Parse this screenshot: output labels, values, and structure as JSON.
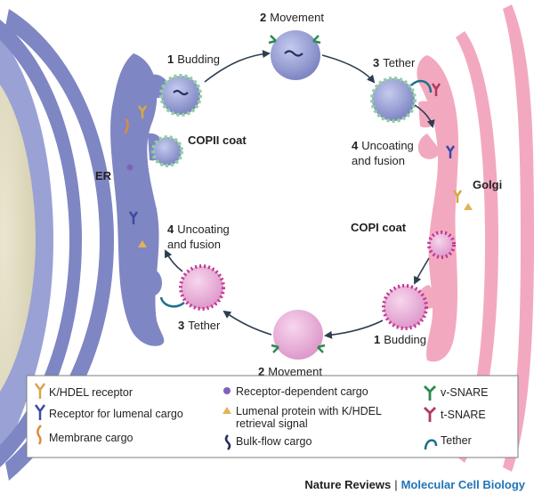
{
  "labels": {
    "er": "ER",
    "golgi": "Golgi",
    "copii_coat": "COPII coat",
    "copi_coat": "COPI coat",
    "budding_top_num": "1",
    "budding_top": "Budding",
    "movement_top_num": "2",
    "movement_top": "Movement",
    "tether_top_num": "3",
    "tether_top": "Tether",
    "uncoat_right_num": "4",
    "uncoat_right_1": "Uncoating",
    "uncoat_right_2": "and fusion",
    "uncoat_left_num": "4",
    "uncoat_left_1": "Uncoating",
    "uncoat_left_2": "and fusion",
    "tether_bottom_num": "3",
    "tether_bottom": "Tether",
    "movement_bottom_num": "2",
    "movement_bottom": "Movement",
    "budding_bottom_num": "1",
    "budding_bottom": "Budding"
  },
  "legend": {
    "kdel_receptor": "K/HDEL receptor",
    "lumenal_receptor": "Receptor for lumenal cargo",
    "membrane_cargo": "Membrane cargo",
    "receptor_dependent_cargo": "Receptor-dependent cargo",
    "lumenal_protein_1": "Lumenal protein with K/HDEL",
    "lumenal_protein_2": "retrieval signal",
    "bulk_flow_cargo": "Bulk-flow cargo",
    "v_snare": "v-SNARE",
    "t_snare": "t-SNARE",
    "tether": "Tether"
  },
  "credit": {
    "publisher": "Nature Reviews",
    "separator": "|",
    "journal": "Molecular Cell Biology"
  },
  "colors": {
    "er_fill": "#7e86c3",
    "er_dark": "#5f67a8",
    "golgi_fill": "#f2a9c0",
    "golgi_dark": "#e58aa8",
    "copii_vesicle": "#8f97d0",
    "copi_vesicle": "#e9a8d8",
    "copi_dot": "#c2358e",
    "journal_blue": "#1f74b9"
  }
}
